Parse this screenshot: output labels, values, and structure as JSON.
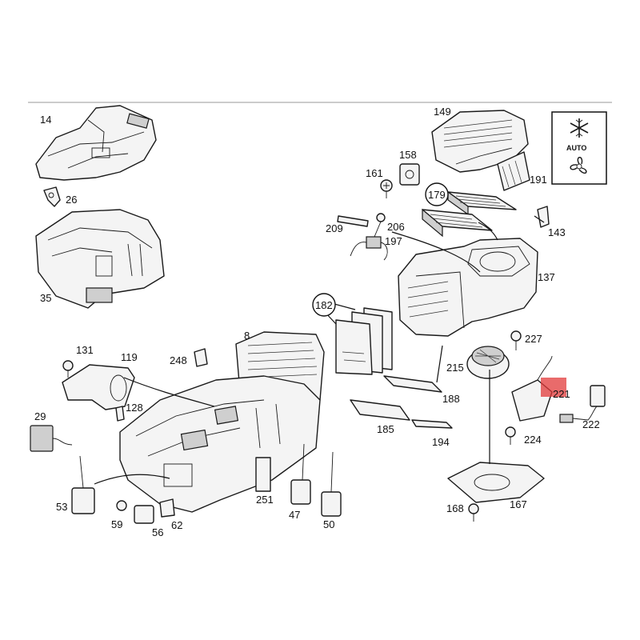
{
  "symbol_box": {
    "label": "AUTO",
    "top_icon": "snowflake-icon",
    "bottom_icon": "fan-icon"
  },
  "highlight": {
    "color": "#e23a3a"
  },
  "callouts": {
    "c14": "14",
    "c26": "26",
    "c35": "35",
    "c149": "149",
    "c191": "191",
    "c158": "158",
    "c161": "161",
    "c179": "179",
    "c143": "143",
    "c209": "209",
    "c206": "206",
    "c197": "197",
    "c137": "137",
    "c182": "182",
    "c8": "8",
    "c131": "131",
    "c119": "119",
    "c248": "248",
    "c227": "227",
    "c215": "215",
    "c221": "221",
    "c188": "188",
    "c128": "128",
    "c29": "29",
    "c185": "185",
    "c194": "194",
    "c222": "222",
    "c224": "224",
    "c53": "53",
    "c251": "251",
    "c47": "47",
    "c50": "50",
    "c59": "59",
    "c56": "56",
    "c62": "62",
    "c168": "168",
    "c167": "167"
  }
}
